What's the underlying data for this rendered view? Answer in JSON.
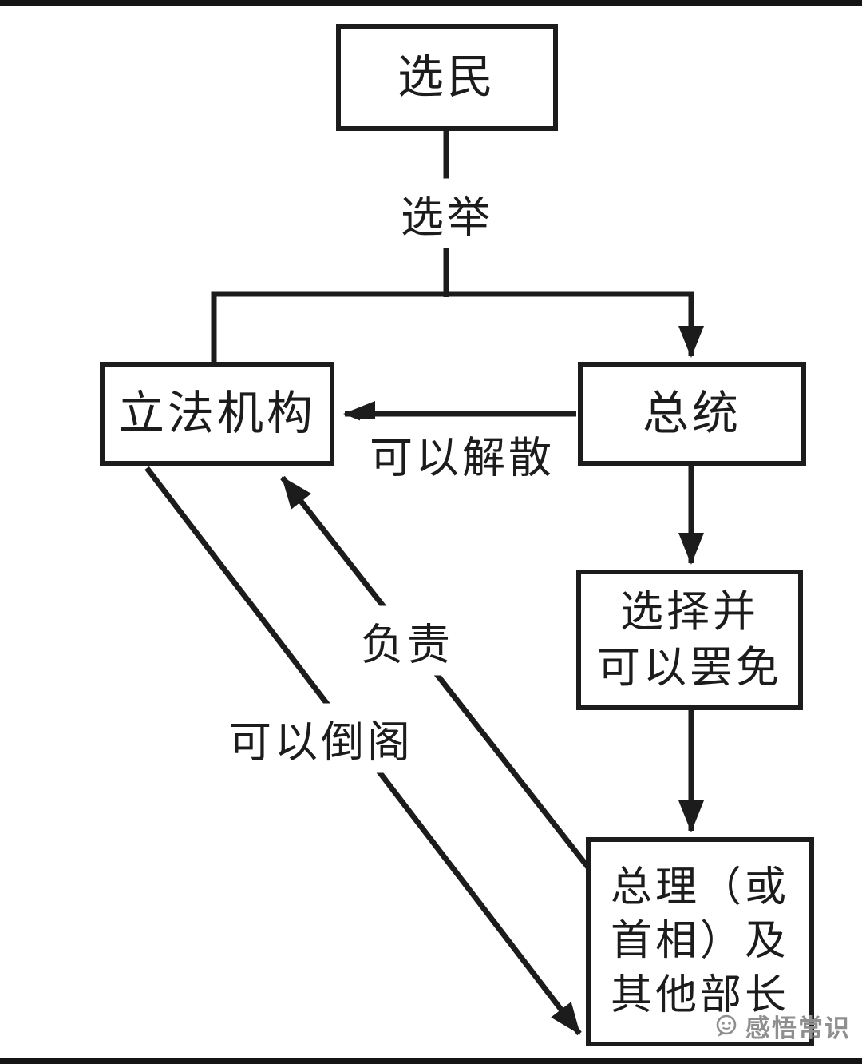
{
  "diagram": {
    "nodes": {
      "voters": "选民",
      "legislature": "立法机构",
      "president": "总统",
      "select_remove": "选择并\n可以罢免",
      "premier": "总理（或\n首相）及\n其他部长"
    },
    "edge_labels": {
      "election": "选举",
      "dissolve": "可以解散",
      "responsible": "负责",
      "topple": "可以倒阁"
    },
    "colors": {
      "line": "#1c1c1c",
      "background": "#ffffff",
      "watermark": "#8f8f8f"
    }
  },
  "watermark": {
    "text": "感悟常识"
  }
}
